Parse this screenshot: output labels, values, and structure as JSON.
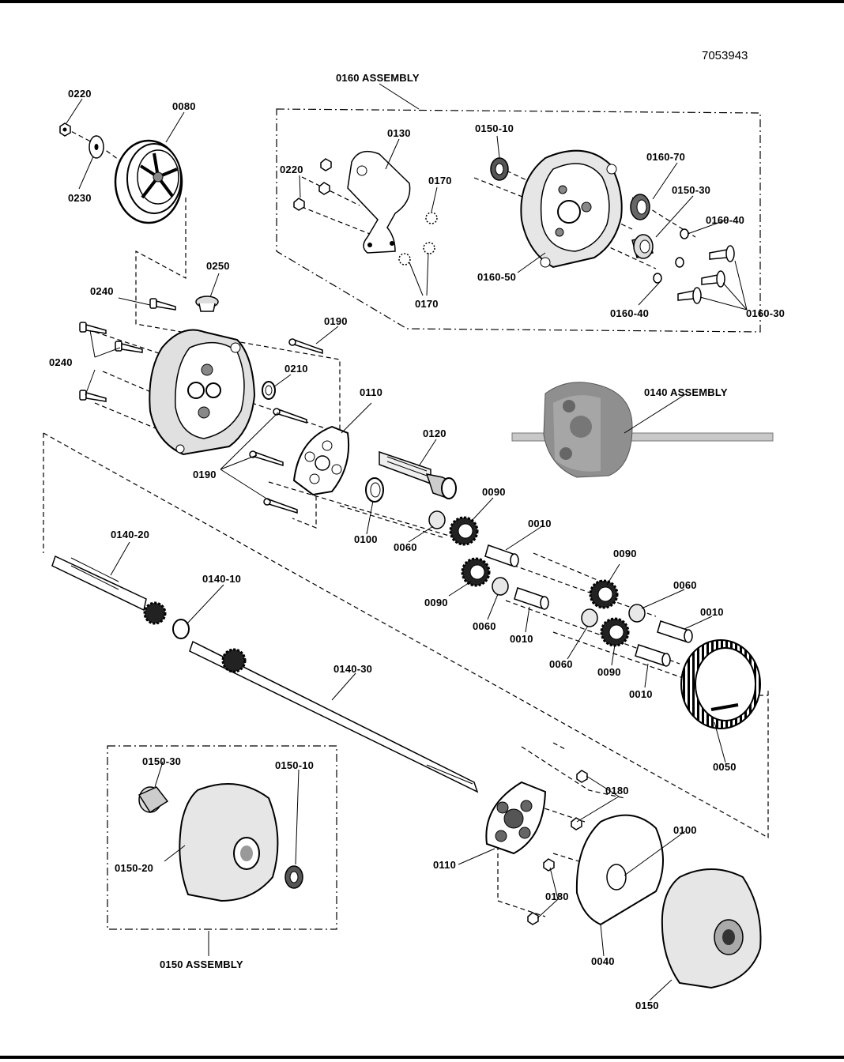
{
  "document_number": "7053943",
  "labels": {
    "l0220a": "0220",
    "l0080": "0080",
    "l0230": "0230",
    "l0160asm": "0160  ASSEMBLY",
    "l0130": "0130",
    "l0150_10a": "0150-10",
    "l0220b": "0220",
    "l0170a": "0170",
    "l0160_70": "0160-70",
    "l0150_30a": "0150-30",
    "l0160_40a": "0160-40",
    "l0160_50": "0160-50",
    "l0170b": "0170",
    "l0160_40b": "0160-40",
    "l0160_30": "0160-30",
    "l0250": "0250",
    "l0240a": "0240",
    "l0240b": "0240",
    "l0190a": "0190",
    "l0210": "0210",
    "l0110a": "0110",
    "l0190b": "0190",
    "l0140asm": "0140  ASSEMBLY",
    "l0120": "0120",
    "l0090a": "0090",
    "l0100a": "0100",
    "l0060a": "0060",
    "l0010a": "0010",
    "l0140_20": "0140-20",
    "l0140_10": "0140-10",
    "l0090b": "0090",
    "l0060b": "0060",
    "l0010b": "0010",
    "l0090c": "0090",
    "l0060c": "0060",
    "l0010c": "0010",
    "l0060d": "0060",
    "l0090d": "0090",
    "l0010d": "0010",
    "l0140_30": "0140-30",
    "l0050": "0050",
    "l0150_30b": "0150-30",
    "l0150_10b": "0150-10",
    "l0150_20": "0150-20",
    "l0150asm": "0150  ASSEMBLY",
    "l0180a": "0180",
    "l0100b": "0100",
    "l0110b": "0110",
    "l0180b": "0180",
    "l0040": "0040",
    "l0150": "0150"
  },
  "colors": {
    "ink": "#000000",
    "shade": "#8a8a8a",
    "light": "#d9d9d9",
    "paper": "#ffffff"
  }
}
